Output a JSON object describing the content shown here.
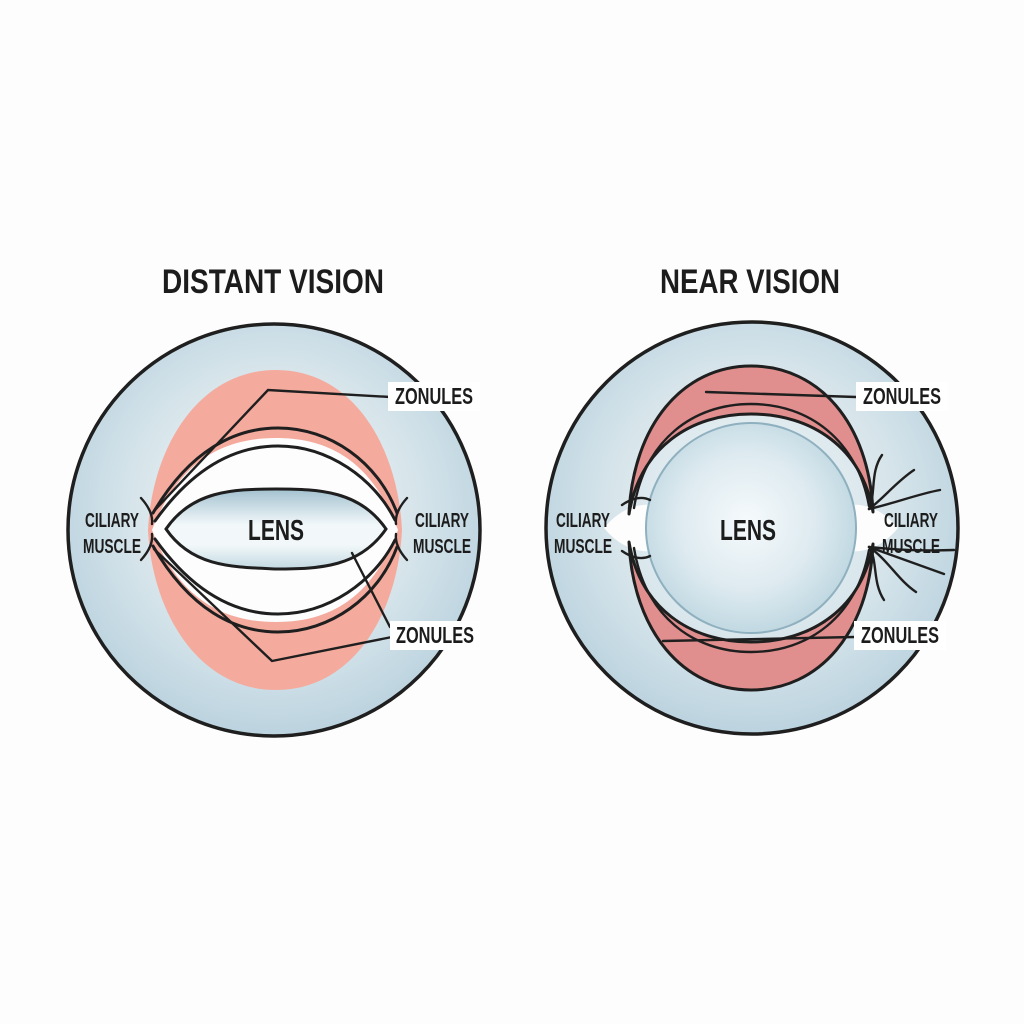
{
  "left_panel": {
    "title": "DISTANT VISION",
    "lens_label": "LENS",
    "zonules_top_label": "ZONULES",
    "zonules_bottom_label": "ZONULES",
    "ciliary_left": {
      "line1": "CILIARY",
      "line2": "MUSCLE"
    },
    "ciliary_right": {
      "line1": "CILIARY",
      "line2": "MUSCLE"
    }
  },
  "right_panel": {
    "title": "NEAR VISION",
    "lens_label": "LENS",
    "zonules_top_label": "ZONULES",
    "zonules_bottom_label": "ZONULES",
    "ciliary_left": {
      "line1": "CILIARY",
      "line2": "MUSCLE"
    },
    "ciliary_right": {
      "line1": "CILIARY",
      "line2": "MUSCLE"
    }
  },
  "colors": {
    "background": "#fdfdfd",
    "outline": "#1f1f1f",
    "label_text": "#1c1c1c",
    "label_box": "#ffffff",
    "inner_white": "#fdfdfe",
    "eye_edge_blue": "#b2cddb",
    "eye_center_blue": "#eff5f7",
    "relaxed_muscle_pink": "#f4ab9e",
    "contracted_muscle_red": "#e18e8e",
    "lens_blue_dark": "#a3c1cf",
    "lens_blue_light": "#f2f8fa"
  }
}
